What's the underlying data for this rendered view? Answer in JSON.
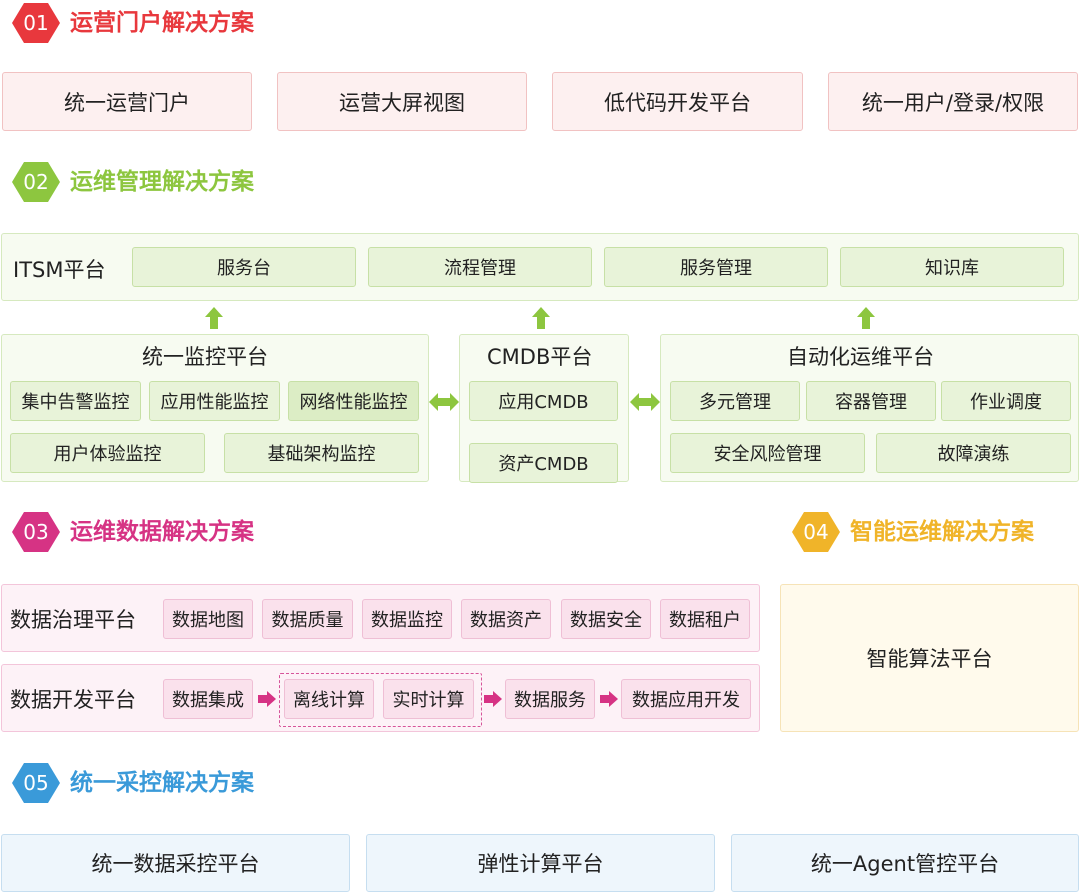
{
  "colors": {
    "red": "#e8383d",
    "green": "#8dc63f",
    "pink": "#d63384",
    "yellow": "#f0b429",
    "blue": "#3a9ad9"
  },
  "sections": [
    {
      "num": "01",
      "title": "运营门户解决方案",
      "items": [
        "统一运营门户",
        "运营大屏视图",
        "低代码开发平台",
        "统一用户/登录/权限"
      ]
    },
    {
      "num": "02",
      "title": "运维管理解决方案"
    },
    {
      "num": "03",
      "title": "运维数据解决方案"
    },
    {
      "num": "04",
      "title": "智能运维解决方案"
    },
    {
      "num": "05",
      "title": "统一采控解决方案",
      "items": [
        "统一数据采控平台",
        "弹性计算平台",
        "统一Agent管控平台"
      ]
    }
  ],
  "itsm": {
    "title": "ITSM平台",
    "items": [
      "服务台",
      "流程管理",
      "服务管理",
      "知识库"
    ]
  },
  "monitor": {
    "title": "统一监控平台",
    "items": [
      "集中告警监控",
      "应用性能监控",
      "网络性能监控",
      "用户体验监控",
      "基础架构监控"
    ]
  },
  "cmdb": {
    "title": "CMDB平台",
    "items": [
      "应用CMDB",
      "资产CMDB"
    ]
  },
  "automation": {
    "title": "自动化运维平台",
    "items": [
      "多元管理",
      "容器管理",
      "作业调度",
      "安全风险管理",
      "故障演练"
    ]
  },
  "governance": {
    "title": "数据治理平台",
    "items": [
      "数据地图",
      "数据质量",
      "数据监控",
      "数据资产",
      "数据安全",
      "数据租户"
    ]
  },
  "development": {
    "title": "数据开发平台",
    "items": [
      "数据集成",
      "离线计算",
      "实时计算",
      "数据服务",
      "数据应用开发"
    ]
  },
  "ai": {
    "title": "智能算法平台"
  }
}
